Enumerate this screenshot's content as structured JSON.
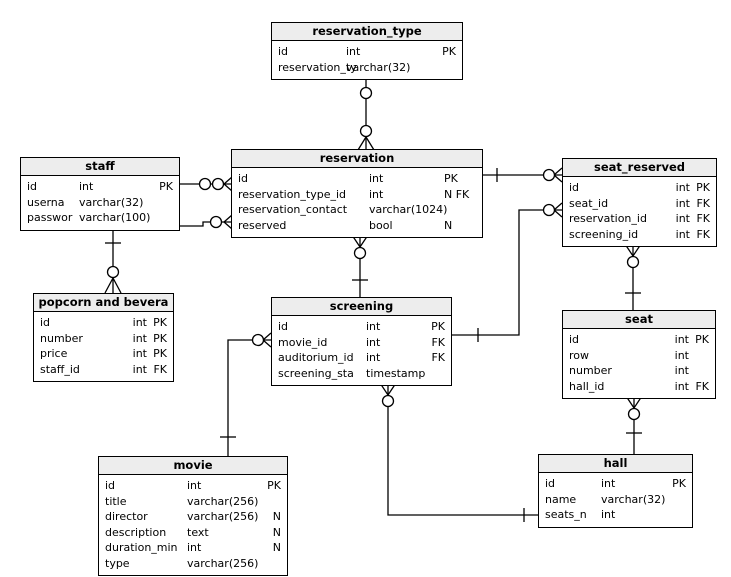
{
  "diagram": {
    "type": "entity-relationship",
    "colors": {
      "header_bg": "#ededed",
      "border": "#000000",
      "background": "#ffffff",
      "text": "#000000"
    },
    "entities": {
      "reservation_type": {
        "title": "reservation_type",
        "columns": [
          {
            "name": "id",
            "type": "int",
            "key": "PK"
          },
          {
            "name": "reservation_ty",
            "type": "varchar(32)",
            "key": ""
          }
        ]
      },
      "staff": {
        "title": "staff",
        "columns": [
          {
            "name": "id",
            "type": "int",
            "key": "PK"
          },
          {
            "name": "userna",
            "type": "varchar(32)",
            "key": ""
          },
          {
            "name": "passwor",
            "type": "varchar(100)",
            "key": ""
          }
        ]
      },
      "reservation": {
        "title": "reservation",
        "columns": [
          {
            "name": "id",
            "type": "int",
            "key": "PK"
          },
          {
            "name": "reservation_type_id",
            "type": "int",
            "key": "N FK"
          },
          {
            "name": "reservation_contact",
            "type": "varchar(1024)",
            "key": ""
          },
          {
            "name": "reserved",
            "type": "bool",
            "key": "N"
          }
        ]
      },
      "seat_reserved": {
        "title": "seat_reserved",
        "columns": [
          {
            "name": "id",
            "type": "int",
            "key": "PK"
          },
          {
            "name": "seat_id",
            "type": "int",
            "key": "FK"
          },
          {
            "name": "reservation_id",
            "type": "int",
            "key": "FK"
          },
          {
            "name": "screening_id",
            "type": "int",
            "key": "FK"
          }
        ]
      },
      "popcorn_and_bevera": {
        "title": "popcorn and bevera",
        "columns": [
          {
            "name": "id",
            "type": "int",
            "key": "PK"
          },
          {
            "name": "number",
            "type": "int",
            "key": "PK"
          },
          {
            "name": "price",
            "type": "int",
            "key": "PK"
          },
          {
            "name": "staff_id",
            "type": "int",
            "key": "FK"
          }
        ]
      },
      "screening": {
        "title": "screening",
        "columns": [
          {
            "name": "id",
            "type": "int",
            "key": "PK"
          },
          {
            "name": "movie_id",
            "type": "int",
            "key": "FK"
          },
          {
            "name": "auditorium_id",
            "type": "int",
            "key": "FK"
          },
          {
            "name": "screening_sta",
            "type": "timestamp",
            "key": ""
          }
        ]
      },
      "seat": {
        "title": "seat",
        "columns": [
          {
            "name": "id",
            "type": "int",
            "key": "PK"
          },
          {
            "name": "row",
            "type": "int",
            "key": ""
          },
          {
            "name": "number",
            "type": "int",
            "key": ""
          },
          {
            "name": "hall_id",
            "type": "int",
            "key": "FK"
          }
        ]
      },
      "movie": {
        "title": "movie",
        "columns": [
          {
            "name": "id",
            "type": "int",
            "key": "PK"
          },
          {
            "name": "title",
            "type": "varchar(256)",
            "key": ""
          },
          {
            "name": "director",
            "type": "varchar(256)",
            "key": "N"
          },
          {
            "name": "description",
            "type": "text",
            "key": "N"
          },
          {
            "name": "duration_min",
            "type": "int",
            "key": "N"
          },
          {
            "name": "type",
            "type": "varchar(256)",
            "key": ""
          }
        ]
      },
      "hall": {
        "title": "hall",
        "columns": [
          {
            "name": "id",
            "type": "int",
            "key": "PK"
          },
          {
            "name": "name",
            "type": "varchar(32)",
            "key": ""
          },
          {
            "name": "seats_n",
            "type": "int",
            "key": ""
          }
        ]
      }
    },
    "relationships": [
      {
        "from": "reservation_type",
        "to": "reservation",
        "from_marker": "zero",
        "to_marker": "zero-or-many"
      },
      {
        "from": "staff",
        "to": "reservation",
        "from_marker": "zero",
        "to_marker": "zero-or-many"
      },
      {
        "from": "staff",
        "to": "reservation",
        "from_marker": "none",
        "to_marker": "zero-or-many"
      },
      {
        "from": "reservation",
        "to": "seat_reserved",
        "from_marker": "one",
        "to_marker": "zero-or-many"
      },
      {
        "from": "screening",
        "to": "seat_reserved",
        "from_marker": "one",
        "to_marker": "zero-or-many"
      },
      {
        "from": "screening",
        "to": "reservation",
        "from_marker": "one",
        "to_marker": "zero-or-many"
      },
      {
        "from": "movie",
        "to": "screening",
        "from_marker": "one",
        "to_marker": "zero-or-many"
      },
      {
        "from": "hall",
        "to": "screening",
        "from_marker": "one",
        "to_marker": "zero-or-many"
      },
      {
        "from": "seat",
        "to": "seat_reserved",
        "from_marker": "one",
        "to_marker": "zero-or-many"
      },
      {
        "from": "hall",
        "to": "seat",
        "from_marker": "one",
        "to_marker": "zero-or-many"
      },
      {
        "from": "staff",
        "to": "popcorn_and_bevera",
        "from_marker": "one",
        "to_marker": "zero-or-many"
      }
    ]
  }
}
